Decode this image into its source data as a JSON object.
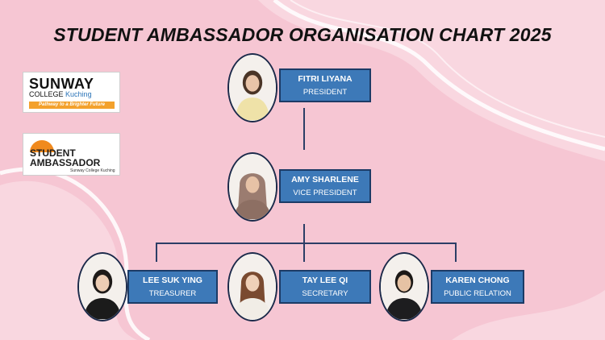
{
  "title": "STUDENT AMBASSADOR ORGANISATION CHART 2025",
  "logos": {
    "sunway": {
      "brand": "SUNWAY",
      "college": "COLLEGE",
      "campus": "Kuching",
      "tagline": "Pathway to a Brighter Future"
    },
    "ambassador": {
      "line1": "STUDENT",
      "line2": "AMBASSADOR",
      "sub": "Sunway College Kuching"
    }
  },
  "members": [
    {
      "name": "FITRI LIYANA",
      "role": "PRESIDENT"
    },
    {
      "name": "AMY SHARLENE",
      "role": "VICE PRESIDENT"
    },
    {
      "name": "LEE SUK YING",
      "role": "TREASURER"
    },
    {
      "name": "TAY LEE QI",
      "role": "SECRETARY"
    },
    {
      "name": "KAREN CHONG",
      "role": "PUBLIC RELATION"
    }
  ],
  "colors": {
    "background": "#f6c6d3",
    "box": "#3d79b8",
    "box_border": "#1c3b66",
    "connector": "#2c3e66"
  }
}
